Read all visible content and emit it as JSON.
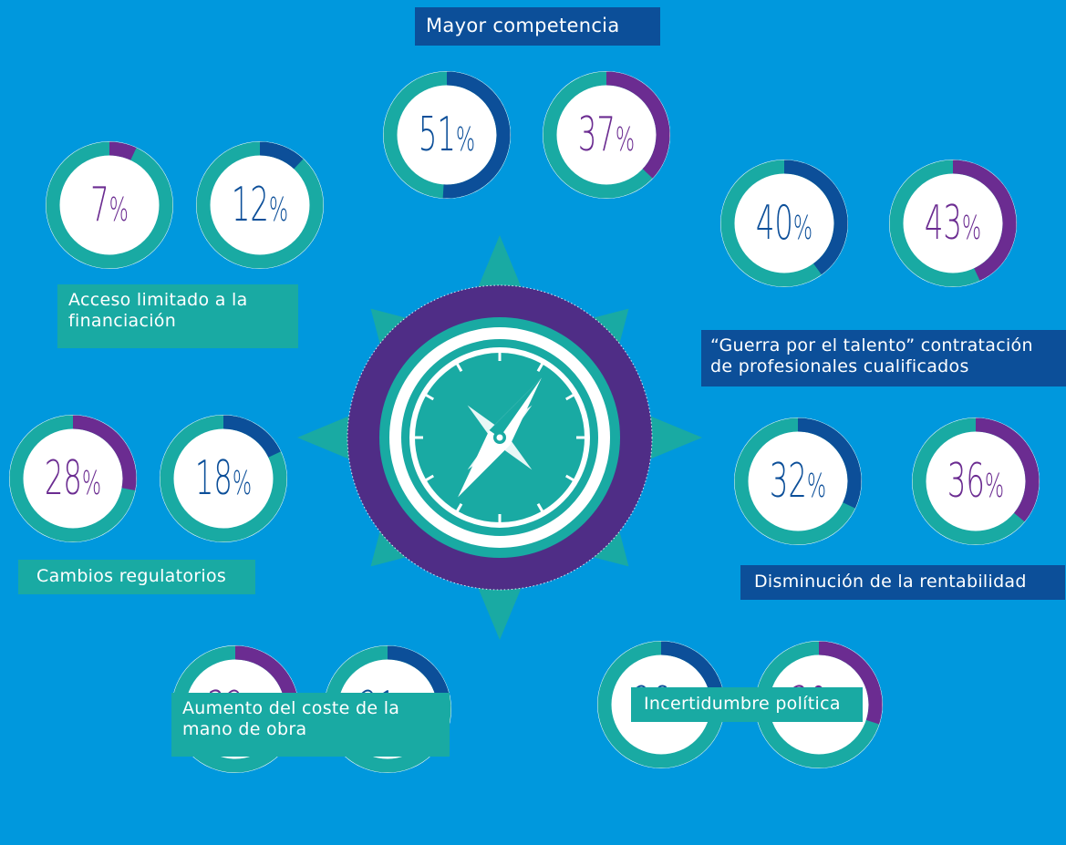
{
  "colors": {
    "background": "#0098dd",
    "teal": "#19aaa3",
    "navy": "#0c4f99",
    "purple": "#6b2c91",
    "compass_ring": "#4f2d86",
    "white": "#ffffff"
  },
  "chart_data": {
    "type": "donut",
    "categories": [
      {
        "label": "Mayor competencia",
        "values": [
          "51%",
          "37%"
        ],
        "fractions": [
          0.51,
          0.37
        ],
        "colors": [
          "navy",
          "purple"
        ]
      },
      {
        "label": "Acceso limitado a la financiación",
        "values": [
          "7%",
          "12%"
        ],
        "fractions": [
          0.07,
          0.12
        ],
        "colors": [
          "purple",
          "navy"
        ]
      },
      {
        "label": "“Guerra por el talento” contratación de profesionales cualificados",
        "values": [
          "40%",
          "43%"
        ],
        "fractions": [
          0.4,
          0.43
        ],
        "colors": [
          "navy",
          "purple"
        ]
      },
      {
        "label": "Cambios regulatorios",
        "values": [
          "28%",
          "18%"
        ],
        "fractions": [
          0.28,
          0.18
        ],
        "colors": [
          "purple",
          "navy"
        ]
      },
      {
        "label": "Disminución de la rentabilidad",
        "values": [
          "32%",
          "36%"
        ],
        "fractions": [
          0.32,
          0.36
        ],
        "colors": [
          "navy",
          "purple"
        ]
      },
      {
        "label": "Aumento del coste de la mano de obra",
        "values": [
          "32%",
          "21%"
        ],
        "fractions": [
          0.32,
          0.21
        ],
        "colors": [
          "purple",
          "navy"
        ]
      },
      {
        "label": "Incertidumbre política",
        "values": [
          "26%",
          "30%"
        ],
        "fractions": [
          0.26,
          0.3
        ],
        "colors": [
          "navy",
          "purple"
        ]
      }
    ]
  }
}
